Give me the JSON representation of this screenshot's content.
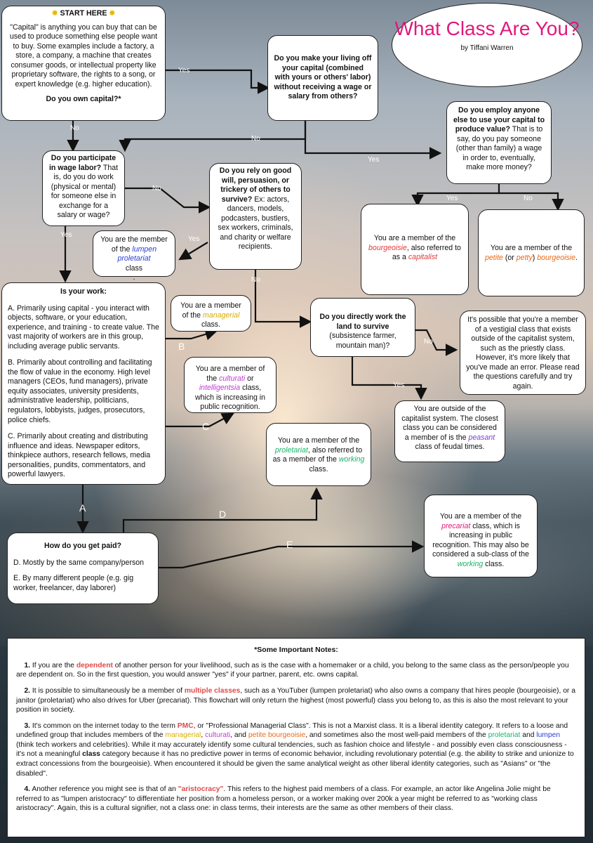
{
  "title": {
    "main": "What Class Are You?",
    "author": "by Tiffani Warren"
  },
  "start": {
    "header": "START HERE",
    "body": "\"Capital\" is anything you can buy that can be used to produce something else people want to buy. Some examples include a factory, a store, a company, a machine that creates consumer goods, or intellectual property like proprietary software, the rights to a song, or expert knowledge (e.g. higher education).",
    "question": "Do you own capital?*"
  },
  "q_living": "Do you make your living off your capital (combined with yours or others' labor) without receiving a wage or salary from others?",
  "q_employ": {
    "bold": "Do you employ anyone else to use your capital to produce value?",
    "rest": " That is to say, do you pay someone (other than family) a wage in order to, eventually, make more money?"
  },
  "q_wage": {
    "bold": "Do you participate in wage labor?",
    "rest": " That is, do you do work (physical or mental) for someone else in exchange for a salary or wage?"
  },
  "q_goodwill": {
    "bold": "Do you rely on good will, persuasion, or trickery of others to survive?",
    "rest": " Ex: actors, dancers, models, podcasters, bustlers, sex workers, criminals, and charity or welfare recipients."
  },
  "r_lumpen": {
    "pre": "You are the member of the ",
    "cls": "lumpen proletariat",
    "post": " class",
    "dot": "."
  },
  "r_bourg": {
    "pre": "You are a member of the ",
    "cls": "bourgeoisie",
    "mid": ", also referred to as a ",
    "cls2": "capitalist"
  },
  "r_petite": {
    "pre": "You are a member of the ",
    "c1": "petite",
    "mid": " (or ",
    "c2": "petty",
    "end": ") ",
    "c3": "bourgeoisie",
    "dot": "."
  },
  "q_work": {
    "title": "Is your work:",
    "a": "A. Primarily using capital - you interact with objects, software, or your education, experience, and training - to create value. The vast majority of workers are in this group, including average public servants.",
    "b": "B. Primarily about controlling and facilitating the flow of value in the economy. High level managers (CEOs, fund managers), private equity associates, university presidents, administrative leadership, politicians, regulators, lobbyists, judges, prosecutors, police chiefs.",
    "c": "C. Primarily about creating and distributing influence and ideas. Newspaper editors, thinkpiece authors, research fellows, media personalities, pundits, commentators, and powerful lawyers."
  },
  "r_managerial": {
    "pre": "You are a member of the ",
    "cls": "managerial",
    "post": " class."
  },
  "r_culturati": {
    "pre": "You are a member of the ",
    "c1": "culturati",
    "or": " or ",
    "c2": "intelligentsia",
    "post": " class, which is increasing in public recognition."
  },
  "q_land": {
    "bold": "Do you directly work the land to survive",
    "rest": " (subsistence farmer, mountain man)?"
  },
  "r_vestigial": "It's possible that you're a member of a vestigial class that exists outside of the capitalist system, such as the priestly class. However, it's more likely that you've made an error. Please read the questions carefully and try again.",
  "r_peasant": {
    "pre": "You are outside of the capitalist system. The closest class you can be considered a member of is the ",
    "cls": "peasant",
    "post": " class of feudal times."
  },
  "r_proletariat": {
    "pre": "You are a member of the ",
    "cls": "proletariat",
    "mid": ", also referred to as a member of the ",
    "cls2": "working",
    "post": " class."
  },
  "q_paid": {
    "title": "How do you get paid?",
    "d": "D. Mostly by the same company/person",
    "e": "E. By many different people (e.g. gig worker, freelancer, day laborer)"
  },
  "r_precariat": {
    "pre": "You are a member of the ",
    "cls": "precariat",
    "mid": " class, which is increasing in public recognition. This may also be considered a sub-class of the ",
    "cls2": "working",
    "post": " class."
  },
  "labels": {
    "yes": "Yes",
    "no": "No",
    "a": "A",
    "b": "B",
    "c": "C",
    "d": "D",
    "e": "E"
  },
  "notes": {
    "heading": "*Some Important Notes:",
    "n1": {
      "num": "1.",
      "pre": " If you are the ",
      "hl": "dependent",
      "post": " of another person for your livelihood, such as is the case with a homemaker or a child, you belong to the same class as the person/people you are dependent on. So in the first question, you would answer \"yes\" if your partner, parent, etc. owns capital."
    },
    "n2": {
      "num": "2.",
      "pre": " It is possible to simultaneously be a member of ",
      "hl": "multiple classes",
      "post": ", such as a YouTuber (lumpen proletariat) who also owns a company that hires people (bourgeoisie), or a janitor (proletariat) who also drives for Uber (precariat). This flowchart will only return the highest (most powerful) class you belong to, as this is also the most relevant to your position in society."
    },
    "n3": {
      "num": "3.",
      "p1": " It's common on the internet today to the term ",
      "pmc": "PMC",
      "p2": ", or \"Professional Managerial Class\". This is not a Marxist class. It is a liberal identity category. It refers to a loose and undefined group that includes members of the ",
      "m": "managerial",
      "c1": ", ",
      "cu": "culturati",
      "c2": ", and ",
      "pb": "petite bourgeoisie",
      "p3": ", and sometimes also the most well-paid members of the ",
      "pr": "proletariat",
      "and": " and ",
      "lu": "lumpen",
      "p4": " (think tech workers and celebrities). While it may accurately identify some cultural tendencies, such as fashion choice and lifestyle - and possibly even class consciousness - it's not a meaningful ",
      "cl": "class",
      "p5": " category because it has no predictive power in terms of economic behavior, including revolutionary potential (e.g. the ability to strike and unionize to extract concessions from the bourgeoisie). When encountered it should be given the same analytical weight as other liberal identity categories, such as \"Asians\" or \"the disabled\"."
    },
    "n4": {
      "num": "4.",
      "pre": " Another reference you might see is that of an ",
      "hl": "\"aristocracy\"",
      "post": ". This refers to the highest paid members of a class. For example, an actor like Angelina Jolie might be referred to as \"lumpen aristocracy\" to differentiate her position from a homeless person, or a worker making over 200k a year might be referred to as \"working class aristocracy\". Again, this is a cultural signifier, not a class one: in class terms, their interests are the same as other members of their class."
    }
  }
}
